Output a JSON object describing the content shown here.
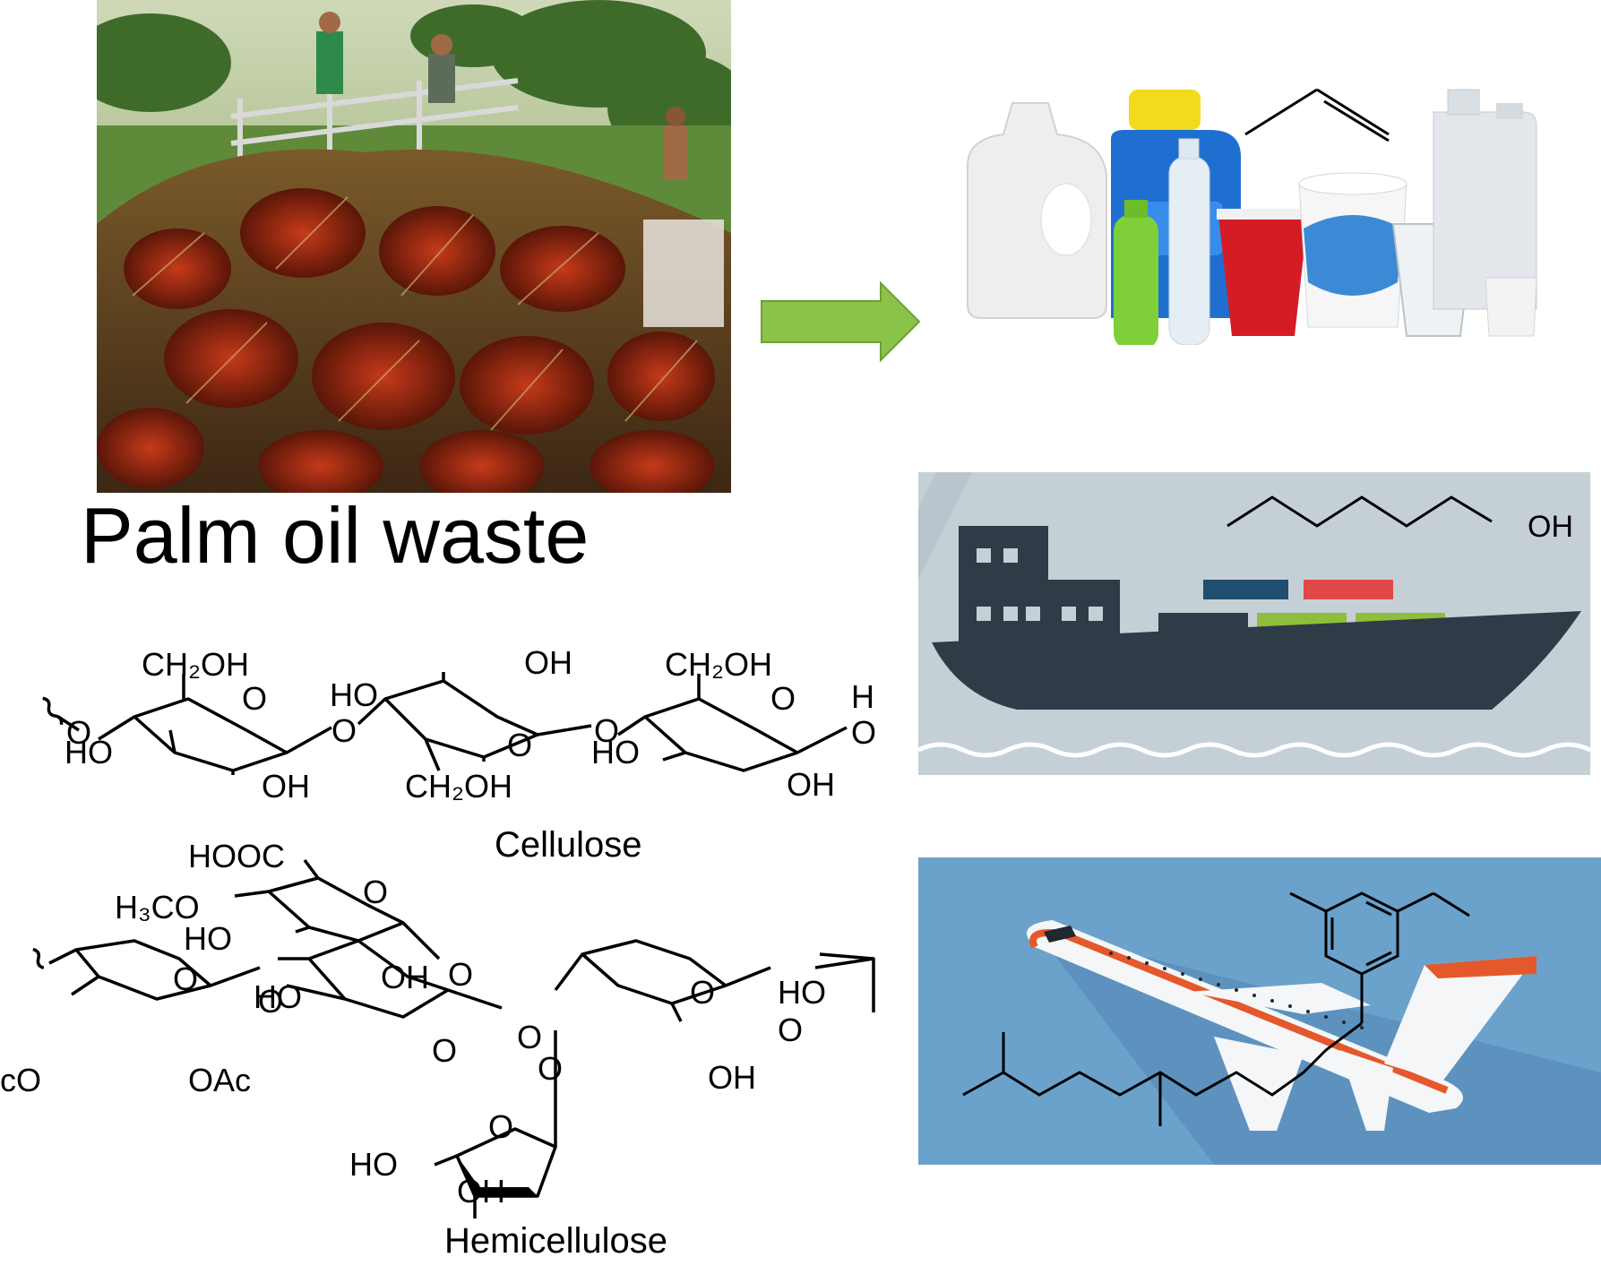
{
  "source": {
    "caption": "Palm oil waste"
  },
  "cellulose": {
    "label": "Cellulose",
    "groups": [
      "CH2OH",
      "OH",
      "HO",
      "O",
      "O",
      "OH",
      "HO",
      "CH2OH",
      "O",
      "OH",
      "CH2OH",
      "O",
      "HO",
      "OH",
      "O",
      "HO"
    ]
  },
  "hemicellulose": {
    "label": "Hemicellulose",
    "groups": [
      "HOOC",
      "H3CO",
      "HO",
      "O",
      "OH",
      "O",
      "O",
      "OAc",
      "AcO",
      "HO",
      "O",
      "O",
      "O",
      "O",
      "OH",
      "HO",
      "O",
      "HO",
      "OH"
    ]
  },
  "products": {
    "plastics": {
      "icon": "plastic-containers-icon",
      "molecule": "propylene-icon"
    },
    "marine_fuel": {
      "icon": "cargo-ship-icon",
      "molecule_label": "OH"
    },
    "jet_fuel": {
      "icon": "airplane-icon",
      "molecule": "alkylbenzene-and-branched-alkane-icon"
    }
  },
  "colors": {
    "arrow": "#8BC34A",
    "ship_bg": "#C5D0D6",
    "ship_hull": "#2F3B47",
    "plane_bg": "#6AA2CC",
    "plane_stripe": "#E5582C",
    "container_blue": "#1F4E6E",
    "container_red": "#E04848",
    "container_green": "#8FBE3C"
  }
}
